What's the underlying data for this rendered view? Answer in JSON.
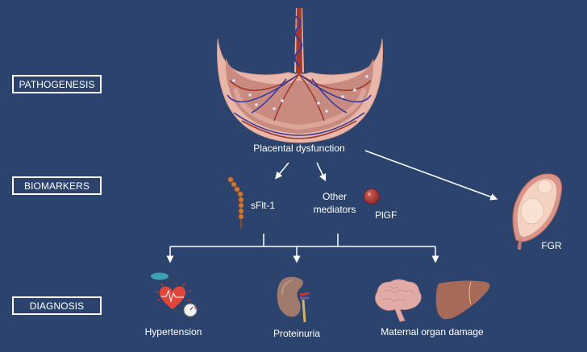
{
  "stages": [
    {
      "label": "PATHOGENESIS"
    },
    {
      "label": "BIOMARKERS"
    },
    {
      "label": "DIAGNOSIS"
    }
  ],
  "pathogenesis": {
    "illustration": "placenta-icon",
    "caption": "Placental dysfunction"
  },
  "biomarkers": [
    {
      "label": "sFlt-1",
      "icon": "sflt1-protein-chain-icon"
    },
    {
      "label_line1": "Other",
      "label_line2": "mediators"
    },
    {
      "label": "PlGF",
      "icon": "plgf-sphere-icon"
    }
  ],
  "outcome": {
    "label": "FGR",
    "icon": "pregnant-uterus-fetus-icon"
  },
  "diagnosis": [
    {
      "label": "Hypertension",
      "icon": "heart-blood-pressure-icon"
    },
    {
      "label": "Proteinuria",
      "icon": "kidney-icon"
    },
    {
      "label": "Maternal organ damage",
      "icons": [
        "brain-icon",
        "liver-icon"
      ]
    }
  ],
  "colors": {
    "background": "#2c446d",
    "foreground": "#ffffff",
    "placenta_tissue": "#e9b7aa",
    "artery": "#9e3b2e",
    "vein": "#3b3a9a",
    "protein_bead": "#c87a3c",
    "plgf": "#a33a34",
    "heart": "#e0453a",
    "kidney": "#a07b6d",
    "brain": "#e2aaa6",
    "liver": "#a86a58"
  }
}
